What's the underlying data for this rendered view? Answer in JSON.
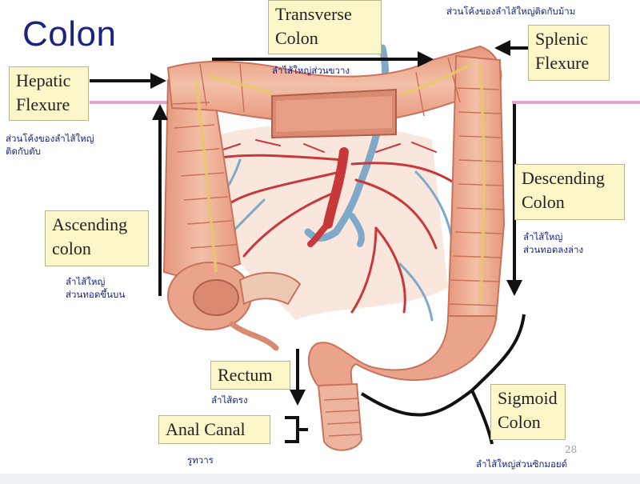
{
  "title": "Colon",
  "labels": {
    "hepatic": [
      "Hepatic",
      "Flexure"
    ],
    "transverse": [
      "Transverse",
      "Colon"
    ],
    "splenic": [
      "Splenic",
      "Flexure"
    ],
    "ascending": [
      "Ascending",
      "colon"
    ],
    "descending": [
      "Descending",
      "Colon"
    ],
    "rectum": "Rectum",
    "anal": "Anal Canal",
    "sigmoid": [
      "Sigmoid",
      "Colon"
    ]
  },
  "thai": {
    "splenic": "ส่วนโค้งของลำไส้ใหญ่ติดกับม้าม",
    "transverse": "ลำไส้ใหญ่ส่วนขวาง",
    "hepatic": [
      "ส่วนโค้งของลำไส้ใหญ่",
      "ติดกับตับ"
    ],
    "ascending": [
      "ลำไส้ใหญ่",
      "ส่วนทอดขึ้นบน"
    ],
    "descending": [
      "ลำไส้ใหญ่",
      "ส่วนทอดลงล่าง"
    ],
    "rectum": "ลำไส้ตรง",
    "anal": "รูทวาร",
    "sigmoid": "ลำไส้ใหญ่ส่วนซิกมอยด์"
  },
  "page_number": "28",
  "colors": {
    "title": "#1a237e",
    "thai_text": "#1a237e",
    "label_bg": "#fbf7c9",
    "colon": "#e9a48b",
    "colon_dark": "#c9735c",
    "artery": "#c8383a",
    "vein": "#7fa8c9",
    "guide_line": "#e7a6cf"
  }
}
